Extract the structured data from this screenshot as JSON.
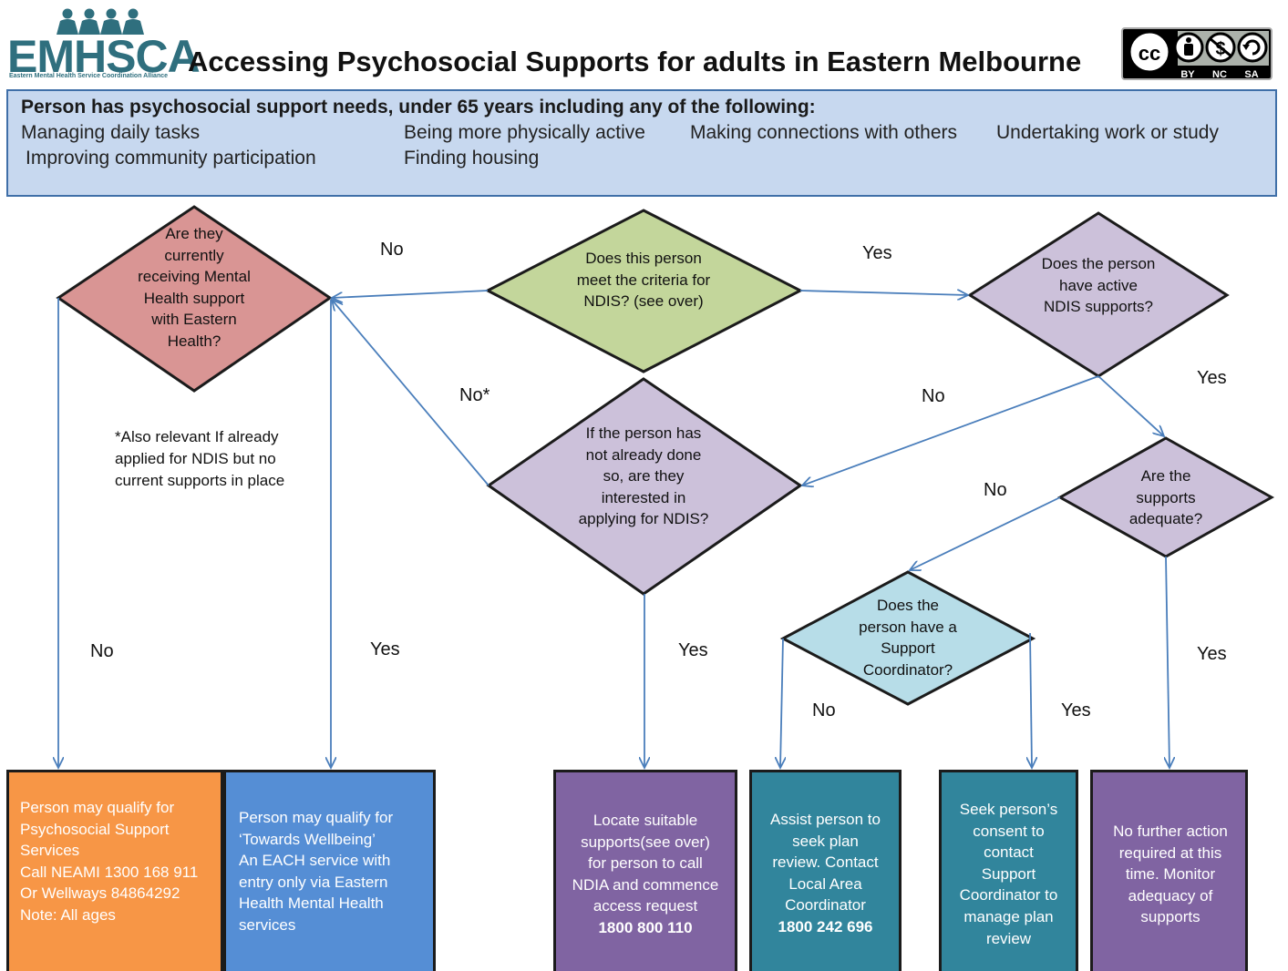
{
  "header": {
    "logo_text": "EMHSCA",
    "logo_subtitle": "Eastern Mental Health Service Coordination Alliance",
    "title": "Accessing Psychosocial Supports for adults in Eastern Melbourne",
    "license_labels": [
      "BY",
      "NC",
      "SA"
    ]
  },
  "needs": {
    "heading": "Person has psychosocial support needs, under 65 years including any of the following:",
    "items": [
      "Managing daily tasks",
      "Being more physically active",
      "Making connections with others",
      "Undertaking work or study",
      "Improving  community participation",
      "Finding housing"
    ]
  },
  "decisions": {
    "mental_health": "Are they currently receiving Mental Health support with Eastern Health?",
    "ndis_criteria": "Does this person meet the criteria for NDIS? (see over)",
    "active_supports": "Does the person have active NDIS supports?",
    "interested": "If the person has not already done so, are they interested in applying for NDIS?",
    "adequate": "Are the supports adequate?",
    "coordinator": "Does the person have a Support Coordinator?"
  },
  "labels": {
    "no_top": "No",
    "yes_top": "Yes",
    "no_star": "No*",
    "no_mid": "No",
    "yes_right": "Yes",
    "no_adequate": "No",
    "no_left": "No",
    "yes_left": "Yes",
    "yes_interested": "Yes",
    "no_coord": "No",
    "yes_coord": "Yes",
    "yes_adequate": "Yes"
  },
  "note": "*Also relevant If already applied for NDIS but no current supports in place",
  "outcomes": {
    "psychosocial": [
      "Person may qualify for",
      "Psychosocial Support",
      "Services",
      "Call NEAMI  1300 168 911",
      "Or Wellways 84864292",
      "Note: All ages"
    ],
    "wellbeing": [
      "Person may qualify for",
      "‘Towards Wellbeing’",
      "An EACH service with",
      "entry only via Eastern",
      "Health Mental Health",
      "services"
    ],
    "locate": [
      "Locate suitable",
      "supports(see over)",
      "for person to call",
      "NDIA and commence",
      "access request",
      "1800 800 110"
    ],
    "assist": [
      "Assist  person to",
      "seek plan",
      "review. Contact",
      "Local Area",
      "Coordinator",
      "1800 242 696"
    ],
    "consent": [
      "Seek person’s",
      "consent to",
      "contact",
      "Support",
      "Coordinator to",
      "manage plan",
      "review"
    ],
    "no_action": [
      "No further action",
      "required at this",
      "time. Monitor",
      "adequacy of",
      "supports"
    ]
  },
  "colors": {
    "header_fill": "#c7d8ef",
    "red_diamond": "#d99594",
    "green_diamond": "#c3d69b",
    "purple_diamond": "#ccc1da",
    "blue_diamond": "#b7dde8",
    "orange_box": "#f79646",
    "blue_box": "#558ed5",
    "purple_box": "#8064a2",
    "teal_box": "#31859c",
    "arrow": "#4a7ebb"
  }
}
